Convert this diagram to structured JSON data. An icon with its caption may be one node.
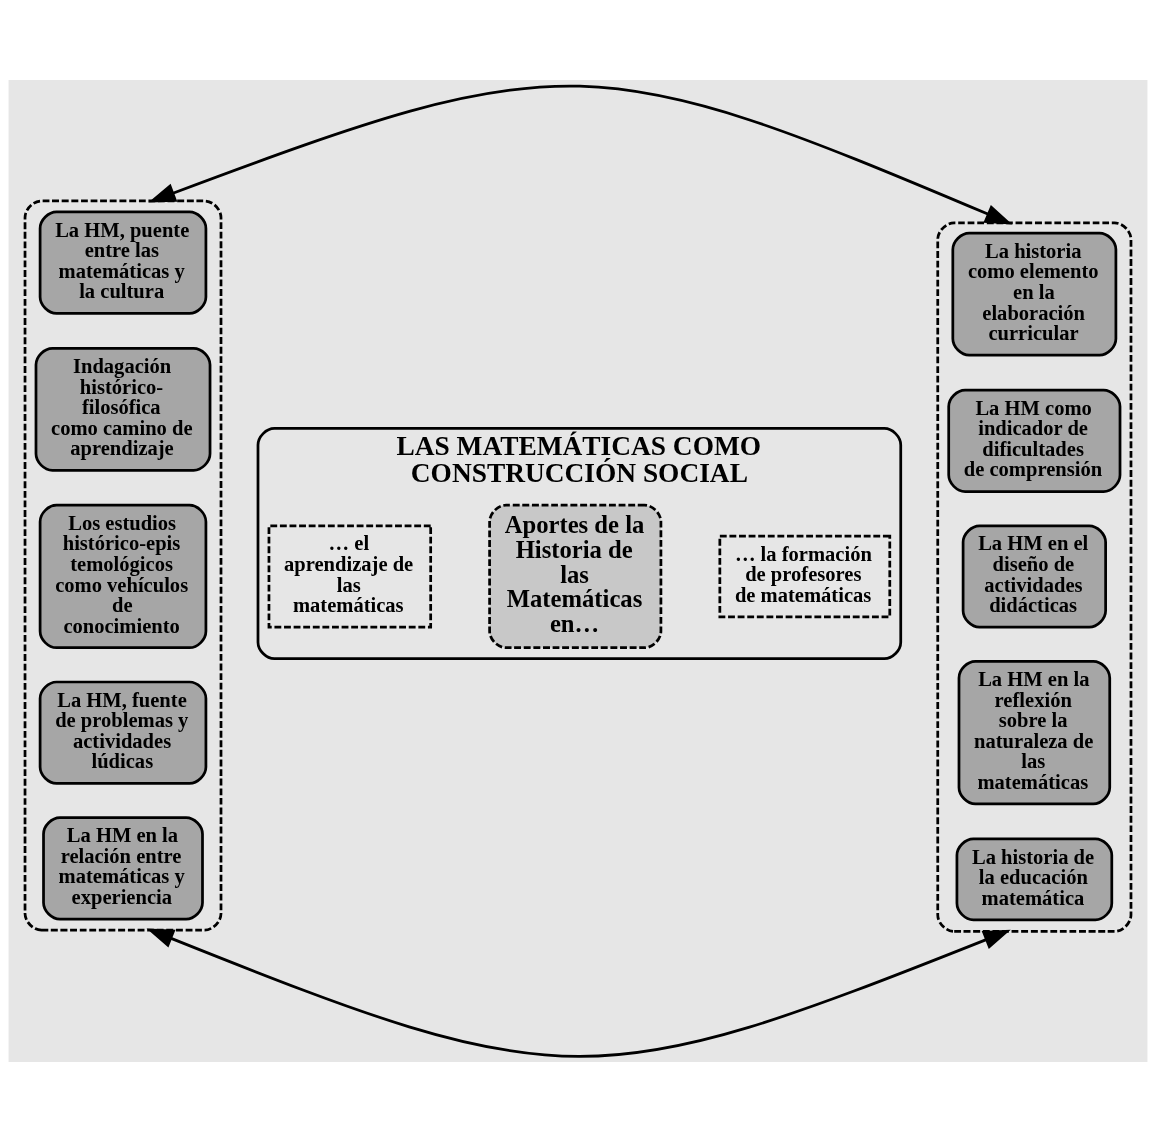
{
  "diagram": {
    "nodes": [
      {
        "text": [],
        "shape": "box"
      },
      {
        "text": [
          "La HM, puente entre las matemáticas y la cultura"
        ],
        "in": 0
      },
      {
        "text": [
          "Indagación histórico-filosófica como camino de aprendizaje"
        ],
        "in": 0
      },
      {
        "text": [
          "Los estudios histórico-epistemológicos como vehículos de conocimiento"
        ],
        "in": 0
      },
      {
        "text": [
          "La HM, fuente de problemas y actividades lúdicas"
        ],
        "in": 0
      },
      {
        "text": [
          "La HM en la relación entre matemáticas y experiencia"
        ],
        "in": 0
      },
      {
        "text": [],
        "shape": "box"
      },
      {
        "text": [
          "La historia como elemento en la elaboración curricular"
        ],
        "in": 6
      },
      {
        "text": [
          "La HM como indicador de dificultades de comprensión"
        ],
        "in": 6
      },
      {
        "text": [
          "La HM en el diseño de actividades didácticas"
        ],
        "in": 6
      },
      {
        "text": [
          "La HM en la reflexión sobre la naturaleza de las matemáticas"
        ],
        "in": 6
      },
      {
        "text": [
          "La historia de la educación matemática"
        ],
        "in": 6
      },
      {
        "text": [
          "LAS MATEMÁTICAS COMO",
          "CONSTRUCCIÓN SOCIAL"
        ]
      },
      {
        "text": [
          "… el aprendizaje de las matemáticas"
        ],
        "in": 12
      },
      {
        "text": [
          "Aportes de la Historia de las Matemáticas en…"
        ],
        "in": 12
      },
      {
        "text": [
          "… la formación de profesores de matemáticas"
        ],
        "in": 12
      }
    ],
    "edges": [
      {
        "from": 0,
        "to": 6,
        "arrow": "both"
      },
      {
        "from": 0,
        "to": 6,
        "arrow": "both"
      }
    ]
  }
}
